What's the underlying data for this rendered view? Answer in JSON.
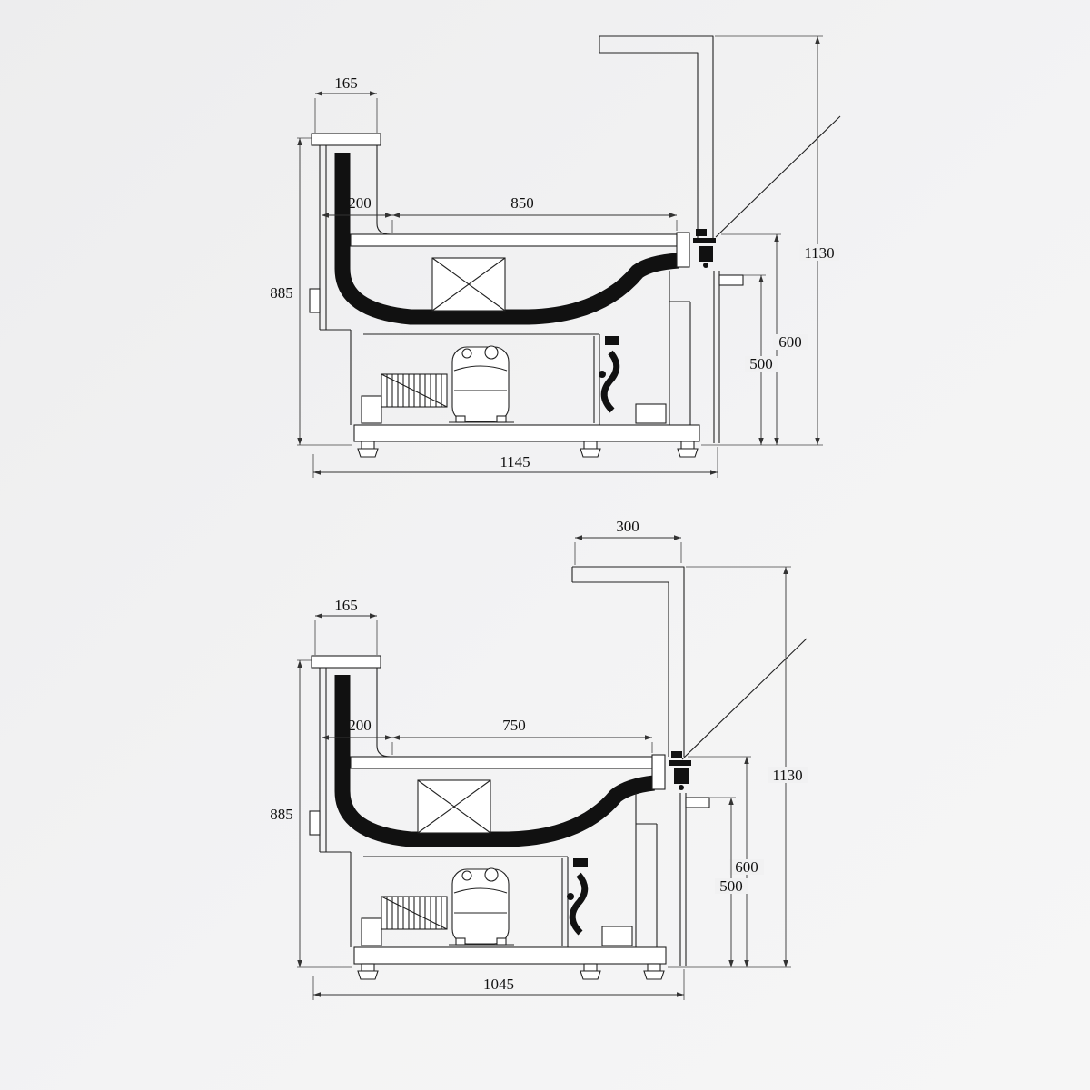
{
  "page": {
    "background": "#f1f1f2",
    "line_color": "#222222",
    "profile_color": "#111111"
  },
  "drawings": {
    "top": {
      "title": "serve-over-counter-section-wide",
      "dims": {
        "canopy_width": "165",
        "well_depth": "200",
        "display_length": "850",
        "body_height": "885",
        "overall_height": "1130",
        "front_glass_height": "600",
        "bumper_height": "500",
        "overall_width": "1145"
      }
    },
    "bottom": {
      "title": "serve-over-counter-section-narrow",
      "dims": {
        "canopy_depth": "300",
        "canopy_width": "165",
        "well_depth": "200",
        "display_length": "750",
        "body_height": "885",
        "overall_height": "1130",
        "front_glass_height": "600",
        "bumper_height": "500",
        "overall_width": "1045"
      }
    }
  }
}
